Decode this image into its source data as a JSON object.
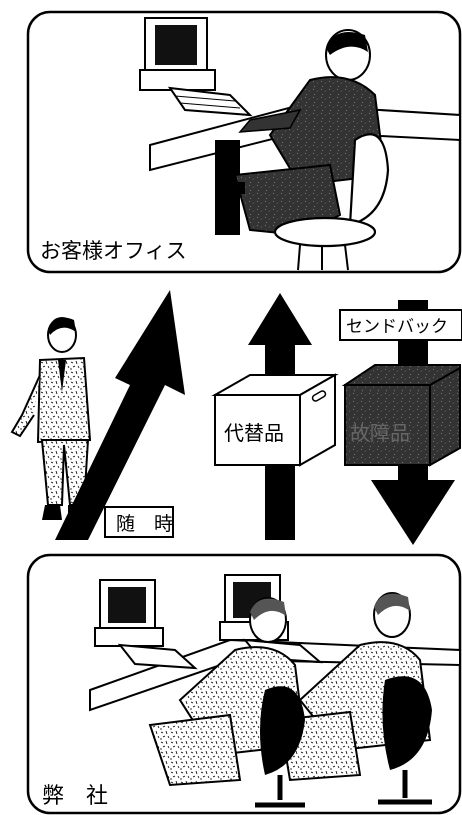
{
  "customer_office": {
    "label": "お客様オフィス"
  },
  "company": {
    "label": "弊　社"
  },
  "arrows": {
    "anytime_label": "随　時",
    "send_back_label": "センドバック"
  },
  "boxes": {
    "replacement_label": "代替品",
    "faulty_label": "故障品"
  }
}
